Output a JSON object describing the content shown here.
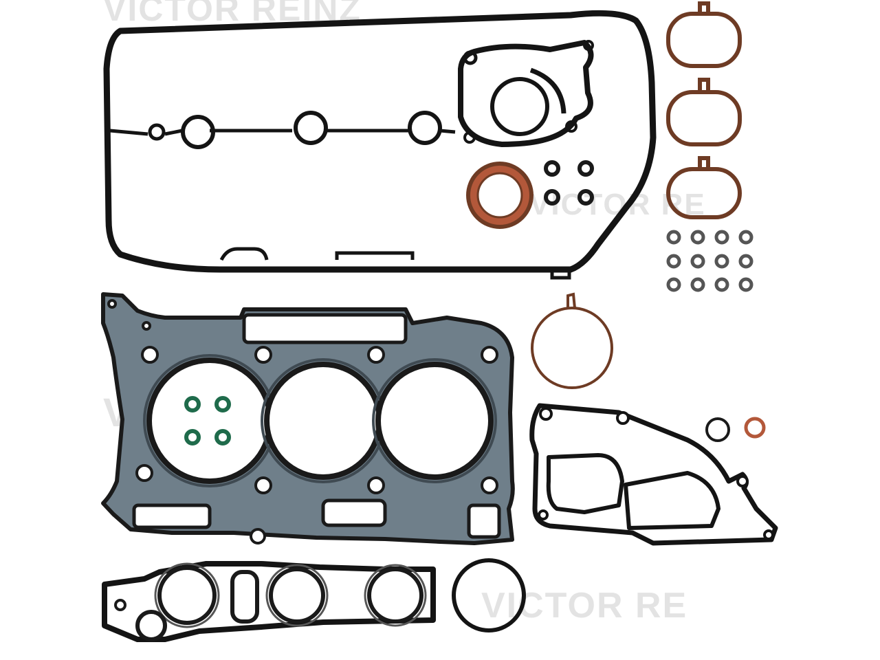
{
  "watermark": {
    "brand_text": "VICTOR REINZ",
    "partial_text": "VICTOR RE"
  },
  "colors": {
    "background": "#ffffff",
    "gasket_black": "#141414",
    "mls_steel": "#6f7f8a",
    "rubber_brown": "#7a4a36",
    "seal_orange": "#b3583a",
    "seal_green": "#1f6b4b",
    "watermark_grey": "#e3e3e3"
  },
  "parts": [
    "valve-cover-gasket",
    "water-pump-gasket",
    "intake-runner-seal",
    "intake-runner-seal",
    "intake-runner-seal",
    "crankshaft-oil-seal",
    "valve-stem-seals",
    "cylinder-head-gasket",
    "throttle-body-o-ring",
    "timing-cover-gasket",
    "small-o-rings",
    "exhaust-manifold-gasket",
    "large-o-ring"
  ]
}
